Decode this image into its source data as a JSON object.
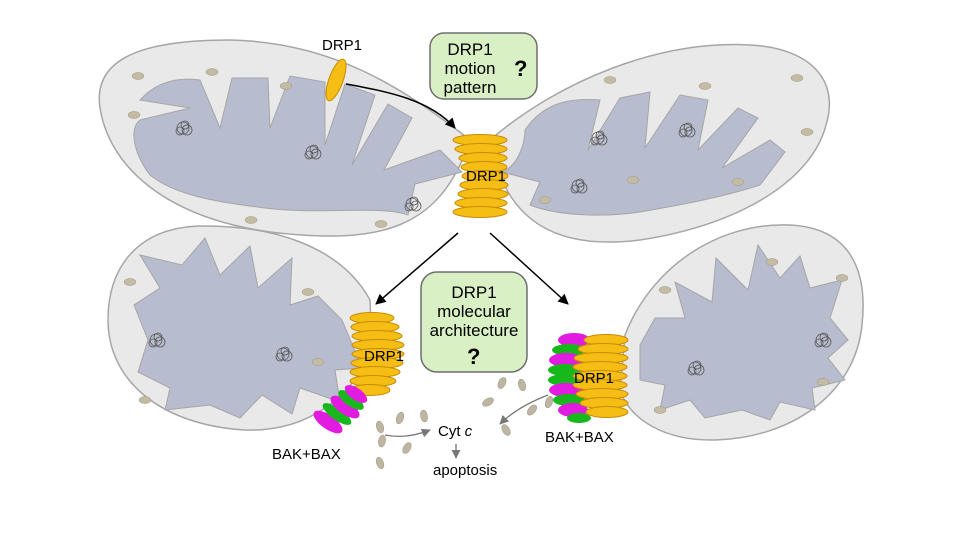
{
  "figure": {
    "top_drp1_label": "DRP1",
    "question_box_1": {
      "lines": [
        "DRP1",
        "motion",
        "pattern"
      ],
      "mark": "?"
    },
    "question_box_2": {
      "lines": [
        "DRP1",
        "molecular",
        "architecture"
      ],
      "mark": "?"
    },
    "constriction_label_top": "DRP1",
    "constriction_label_left": "DRP1",
    "constriction_label_right": "DRP1",
    "bakbax_left": "BAK+BAX",
    "bakbax_right": "BAK+BAX",
    "cytc_main": "Cyt ",
    "cytc_italic": "c",
    "apoptosis": "apoptosis"
  },
  "colors": {
    "outer_membrane": "#e9e9e9",
    "outline": "#a6a6a6",
    "matrix": "#b7bccf",
    "drp1": "#f5be14",
    "drp1_stroke": "#c98a00",
    "bak": "#e21be0",
    "bax": "#16b81c",
    "box_fill": "#d8f0c4",
    "granule": "#c4bba4",
    "cytc": "#bdb6a3"
  }
}
